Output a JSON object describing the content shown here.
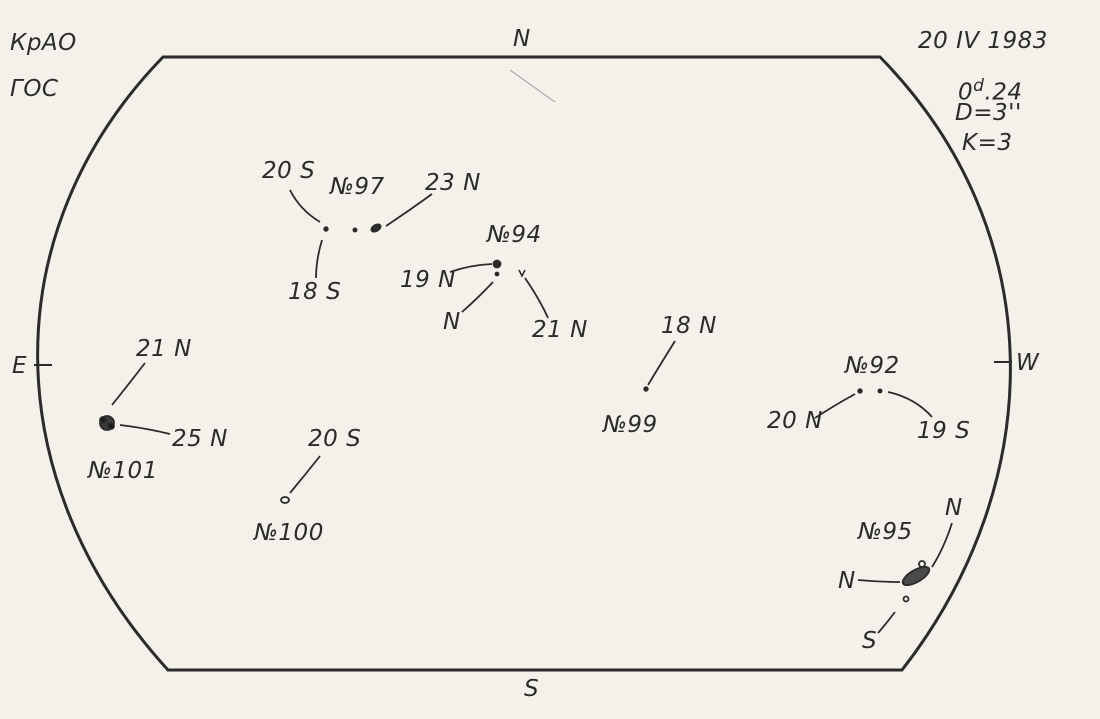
{
  "header": {
    "observatory": "КрАО",
    "instrument": "ГОС",
    "date": "20 IV 1983",
    "time_value": "0",
    "time_unit": "d",
    "time_fraction": ".24",
    "diameter": "D=3''",
    "k_value": "K=3"
  },
  "compass": {
    "north": "N",
    "south": "S",
    "east": "E",
    "west": "W"
  },
  "groups": {
    "g97": {
      "number": "№97",
      "label_a": "20 S",
      "label_b": "23 N",
      "label_c": "18 S"
    },
    "g94": {
      "number": "№94",
      "label_a": "19 N",
      "label_b": "N",
      "label_c": "21 N"
    },
    "g101": {
      "number": "№101",
      "label_a": "21 N",
      "label_b": "25 N"
    },
    "g100": {
      "number": "№100",
      "label_a": "20 S"
    },
    "g99": {
      "number": "№99",
      "label_a": "18 N"
    },
    "g92": {
      "number": "№92",
      "label_a": "20 N",
      "label_b": "19 S"
    },
    "g95": {
      "number": "№95",
      "label_a": "N",
      "label_b": "N",
      "label_c": "S"
    }
  },
  "colors": {
    "ink": "#2b2b2b",
    "paper": "#f3f1ea"
  }
}
